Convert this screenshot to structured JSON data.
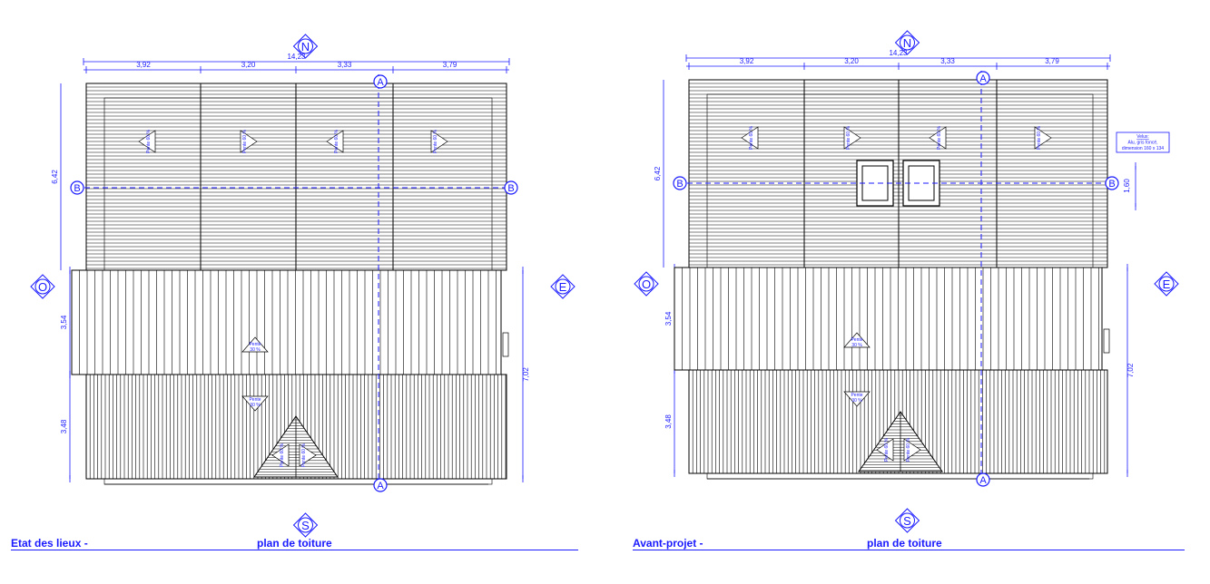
{
  "left_plan": {
    "title_left": "Etat des lieux -",
    "title_right": "plan de toiture",
    "top_total": "14,23",
    "top_segments": [
      "3,92",
      "3,20",
      "3,33",
      "3,79"
    ],
    "height_left_upper": "6,42",
    "height_left_mid": "3,54",
    "height_left_lower": "3,48",
    "height_right": "7,02",
    "pente_top": [
      "Pente 60 %",
      "Pente 60 %",
      "Pente 60 %",
      "Pente 60 %"
    ],
    "pente_mid": "Pente 30 %",
    "pente_low": "Pente 30 %",
    "pente_dormer": [
      "Pente 60 %",
      "Pente 60 %"
    ]
  },
  "right_plan": {
    "title_left": "Avant-projet -",
    "title_right": "plan de toiture",
    "top_total": "14,23",
    "top_segments": [
      "3,92",
      "3,20",
      "3,33",
      "3,79"
    ],
    "height_left_upper": "6,42",
    "height_left_mid": "3,54",
    "height_left_lower": "3,48",
    "height_right": "7,02",
    "velux_height": "1,60",
    "velux_note": [
      "Velux:",
      "Alu, gris foncé,",
      "dimension 160 x 134"
    ],
    "pente_top": [
      "Pente 60 %",
      "Pente 60 %",
      "Pente 60 %",
      "Pente 60 %"
    ],
    "pente_mid": "Pente 30 %",
    "pente_low": "Pente 30 %",
    "pente_dormer": [
      "Pente 60 %",
      "Pente 60 %"
    ]
  },
  "compass": {
    "north": "N",
    "south": "S",
    "east": "E",
    "west": "O"
  },
  "section_labels": {
    "a": "A",
    "b": "B"
  },
  "colors": {
    "annotation": "#1a1aff",
    "line": "#000000"
  }
}
